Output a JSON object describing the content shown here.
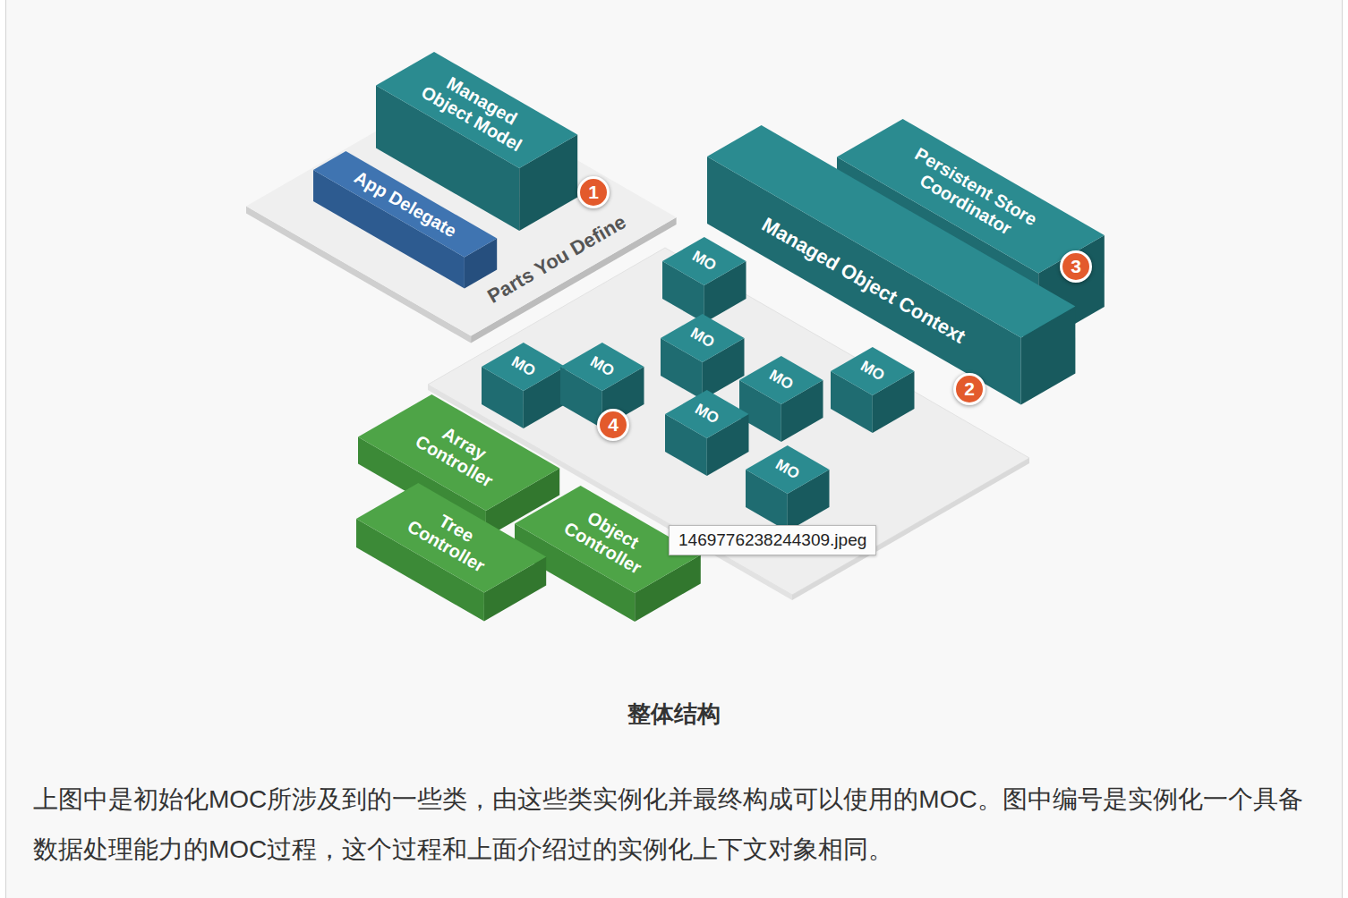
{
  "diagram": {
    "caption": "整体结构",
    "nodes": [
      {
        "text": [
          "Parts You Define"
        ]
      },
      {
        "text": [
          "Managed Object Model"
        ],
        "in": 0
      },
      {
        "text": [
          "App Delegate"
        ],
        "in": 0
      },
      {
        "text": [
          "Persistent Store Coordinator"
        ]
      },
      {
        "text": [
          "Managed Object Context"
        ]
      },
      {
        "text": [
          "MO"
        ]
      },
      {
        "text": [
          "MO"
        ]
      },
      {
        "text": [
          "MO"
        ]
      },
      {
        "text": [
          "MO"
        ]
      },
      {
        "text": [
          "MO"
        ]
      },
      {
        "text": [
          "MO"
        ]
      },
      {
        "text": [
          "MO"
        ]
      },
      {
        "text": [
          "MO"
        ]
      },
      {
        "text": [
          "Array Controller"
        ]
      },
      {
        "text": [
          "Tree Controller"
        ]
      },
      {
        "text": [
          "Object Controller"
        ]
      }
    ],
    "labels": [
      "1",
      "3",
      "2",
      "4",
      "1469776238244309.jpeg",
      "上图中是初始化MOC所涉及到的一些类，由这些类实例化并最终构成可以使用的MOC。图中编号是实例化一个具备数据处理能力的MOC过程，这个过程和上面介绍过的实例化上下文对象相同。"
    ]
  }
}
